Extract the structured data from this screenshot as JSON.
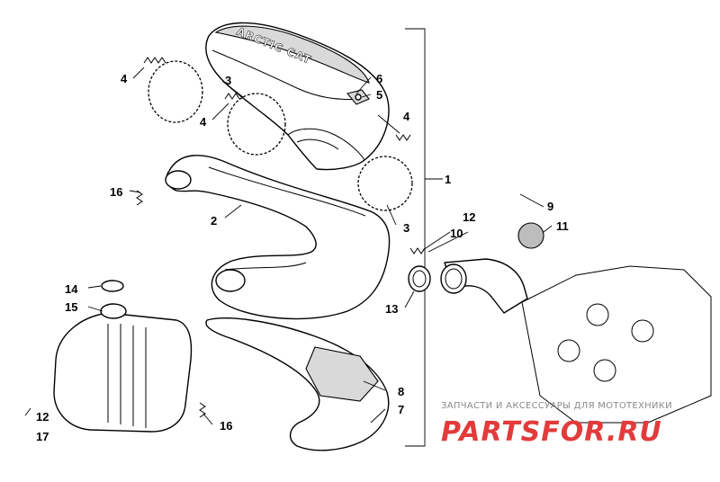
{
  "diagram": {
    "callouts": {
      "c1": "1",
      "c2": "2",
      "c3a": "3",
      "c3b": "3",
      "c4a": "4",
      "c4b": "4",
      "c4c": "4",
      "c5": "5",
      "c6": "6",
      "c7": "7",
      "c8": "8",
      "c9": "9",
      "c10": "10",
      "c11": "11",
      "c12a": "12",
      "c12b": "12",
      "c13": "13",
      "c14": "14",
      "c15": "15",
      "c16a": "16",
      "c16b": "16",
      "c17": "17"
    },
    "embossed_text": "ARCTIC CAT"
  },
  "watermark": {
    "subtitle": "ЗАПЧАСТИ И АКСЕССУАРЫ ДЛЯ МОТОТЕХНИКИ",
    "logo": "PARTSFOR.RU",
    "color": "#e23b3b"
  }
}
